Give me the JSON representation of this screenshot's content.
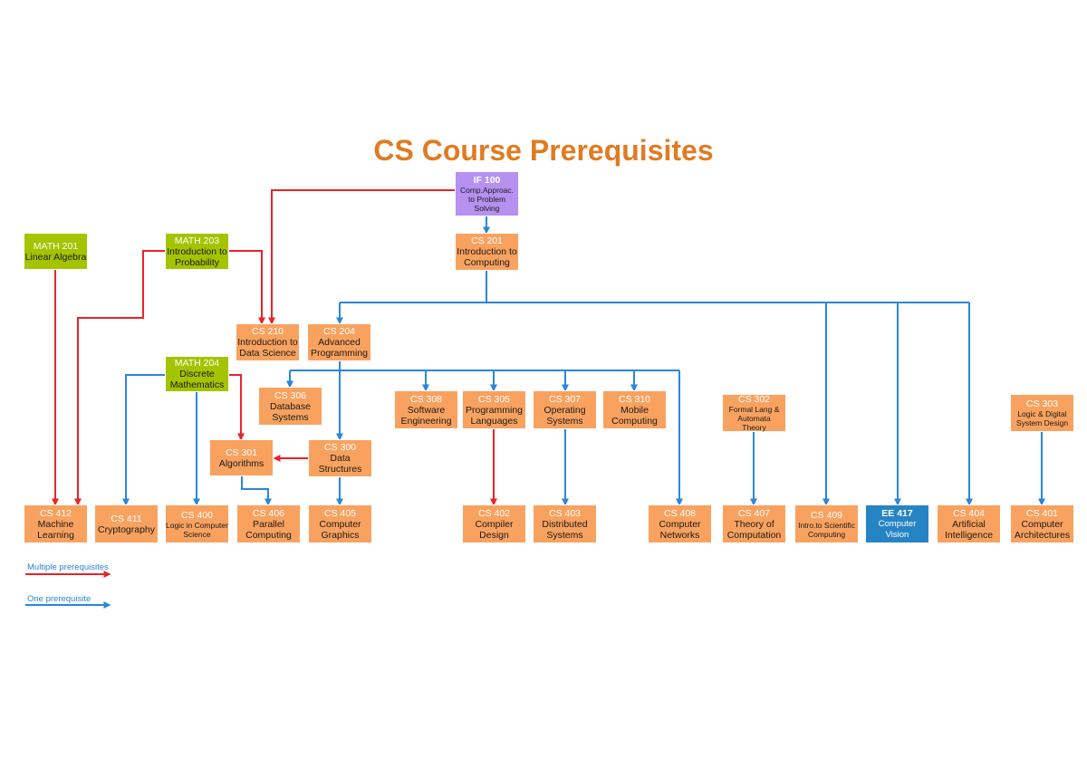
{
  "title": "CS Course Prerequisites",
  "courses": {
    "if100": {
      "code": "IF 100",
      "name": "Comp.Approac. to Problem Solving"
    },
    "cs201": {
      "code": "CS 201",
      "name": "Introduction to Computing"
    },
    "math201": {
      "code": "MATH 201",
      "name": "Linear Algebra"
    },
    "math203": {
      "code": "MATH 203",
      "name": "Introduction to Probability"
    },
    "math204": {
      "code": "MATH 204",
      "name": "Discrete Mathematics"
    },
    "cs210": {
      "code": "CS 210",
      "name": "Introduction to Data Science"
    },
    "cs204": {
      "code": "CS 204",
      "name": "Advanced Programming"
    },
    "cs306": {
      "code": "CS 306",
      "name": "Database Systems"
    },
    "cs308": {
      "code": "CS 308",
      "name": "Software Engineering"
    },
    "cs305": {
      "code": "CS 305",
      "name": "Programming Languages"
    },
    "cs307": {
      "code": "CS 307",
      "name": "Operating Systems"
    },
    "cs310": {
      "code": "CS 310",
      "name": "Mobile Computing"
    },
    "cs302": {
      "code": "CS 302",
      "name": "Formal Lang & Automata Theory"
    },
    "cs303": {
      "code": "CS 303",
      "name": "Logic & Digital System Design"
    },
    "cs301": {
      "code": "CS 301",
      "name": "Algorithms"
    },
    "cs300": {
      "code": "CS 300",
      "name": "Data Structures"
    },
    "cs412": {
      "code": "CS 412",
      "name": "Machine Learning"
    },
    "cs411": {
      "code": "CS 411",
      "name": "Cryptography"
    },
    "cs400": {
      "code": "CS 400",
      "name": "Logic in Computer Science"
    },
    "cs406": {
      "code": "CS 406",
      "name": "Parallel Computing"
    },
    "cs405": {
      "code": "CS 405",
      "name": "Computer Graphics"
    },
    "cs402": {
      "code": "CS 402",
      "name": "Compiler Design"
    },
    "cs403": {
      "code": "CS 403",
      "name": "Distributed Systems"
    },
    "cs408": {
      "code": "CS 408",
      "name": "Computer Networks"
    },
    "cs407": {
      "code": "CS 407",
      "name": "Theory of Computation"
    },
    "cs409": {
      "code": "CS 409",
      "name": "Intro.to Scientific Computing"
    },
    "ee417": {
      "code": "EE 417",
      "name": "Computer Vision"
    },
    "cs404": {
      "code": "CS 404",
      "name": "Artificial Intelligence"
    },
    "cs401": {
      "code": "CS 401",
      "name": "Computer Architectures"
    }
  },
  "legend": {
    "multiple": "Multiple prerequisites",
    "one": "One prerequisite"
  },
  "colors": {
    "multiple": "#E8232A",
    "one": "#2A87DA",
    "course": "#F9A25F",
    "math": "#A4C400",
    "intro": "#B691F0",
    "ee": "#2784C4",
    "title": "#E07B22"
  }
}
